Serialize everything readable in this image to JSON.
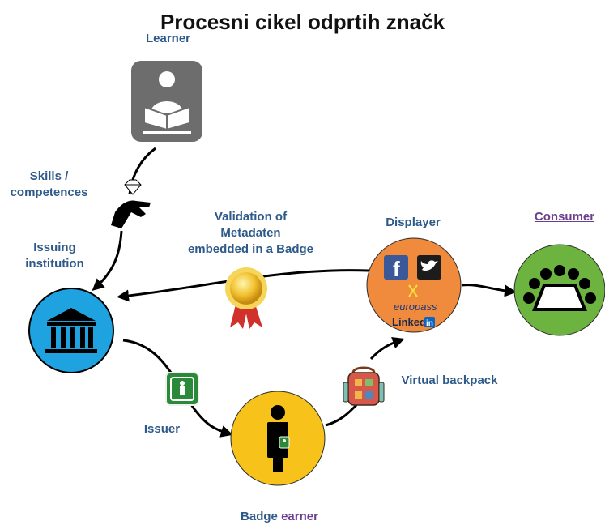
{
  "title": "Procesni cikel odprtih značk",
  "labels": {
    "learner": "Learner",
    "skills_line1": "Skills /",
    "skills_line2": "competences",
    "issuing_line1": "Issuing",
    "issuing_line2": "institution",
    "validation_line1": "Validation of",
    "validation_line2": "Metadaten",
    "validation_line3": "embedded in a Badge",
    "displayer": "Displayer",
    "consumer": "Consumer",
    "virtual_backpack": "Virtual backpack",
    "issuer": "Issuer",
    "badge_word": "Badge",
    "earner_word": "earner"
  },
  "displayer_logos": {
    "europass": "europass",
    "linkedin": "Linked",
    "linkedin_in": "in"
  },
  "icons": {
    "learner": "reader-icon",
    "institution": "institution-building-icon",
    "skills": "hand-with-diamond-icon",
    "validation": "gold-rosette-medal-icon",
    "issuer": "badge-issuer-icon",
    "earner": "person-silhouette-icon",
    "backpack": "backpack-icon",
    "consumer": "audience-group-icon"
  },
  "colors": {
    "label_blue": "#2e5a8a",
    "label_purple": "#6b3f8f",
    "institution_blue": "#1fa3e0",
    "displayer_orange": "#f08a3c",
    "consumer_green": "#6cb33f",
    "earner_yellow": "#f7c21a",
    "learner_gray": "#6d6d6d"
  }
}
